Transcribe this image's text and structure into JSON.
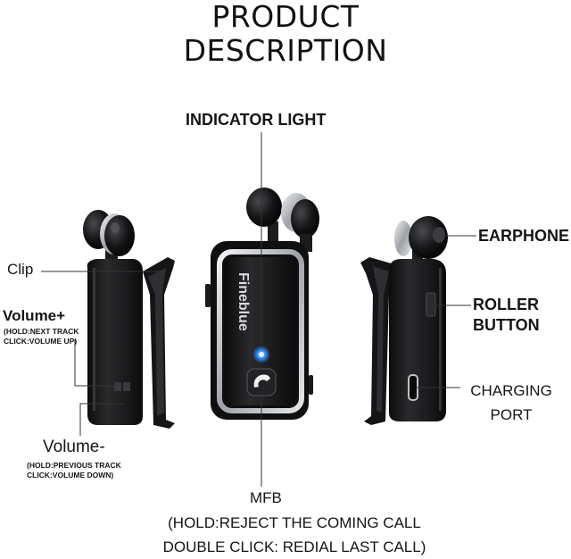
{
  "title": {
    "line1": "PRODUCT",
    "line2": "DESCRIPTION"
  },
  "labels": {
    "indicator_light": "INDICATOR LIGHT",
    "earphone": "EARPHONE",
    "clip": "Clip",
    "volume_plus": "Volume+",
    "volume_plus_note1": "(HOLD:NEXT TRACK",
    "volume_plus_note2": "CLICK:VOLUME UP)",
    "roller_button_1": "ROLLER",
    "roller_button_2": "BUTTON",
    "charging_port_1": "CHARGING",
    "charging_port_2": "PORT",
    "volume_minus": "Volume-",
    "volume_minus_note1": "(HOLD:PREVIOUS TRACK",
    "volume_minus_note2": "CLICK:VOLUME DOWN)",
    "mfb": "MFB",
    "mfb_note1": "(HOLD:REJECT THE COMING CALL",
    "mfb_note2": "DOUBLE CLICK: REDIAL LAST CALL)"
  },
  "device": {
    "brand": "Fineblue"
  },
  "colors": {
    "body": "#1b1b1d",
    "chrome": "#c9ccd0",
    "indicator": "#2f8fff",
    "leader": "#333333"
  }
}
